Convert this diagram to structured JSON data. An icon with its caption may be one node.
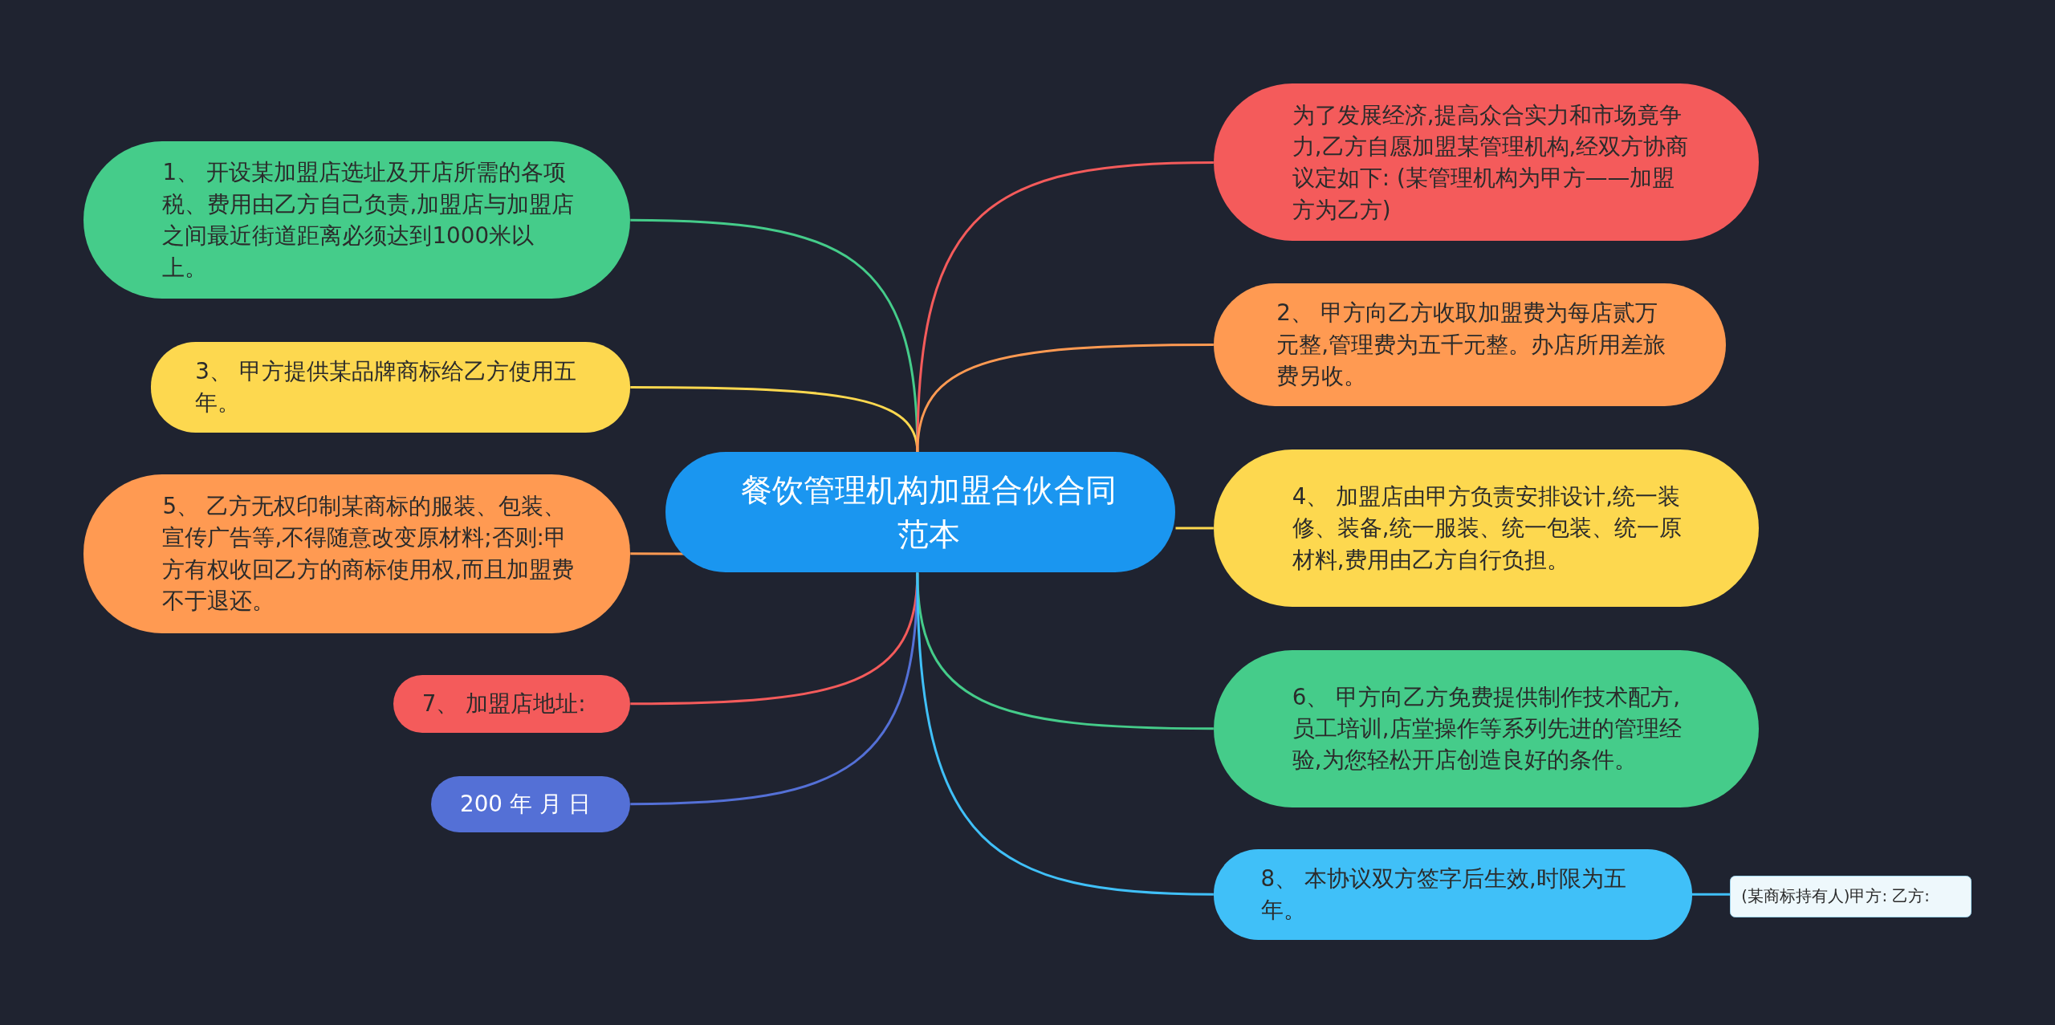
{
  "diagram": {
    "nodes": [
      {
        "text": [
          "餐饮管理机构加盟合伙合同范本"
        ]
      },
      {
        "text": [
          "1、 开设某加盟店选址及开店所需的各项税、费用由乙方自己负责,加盟店与加盟店之间最近街道距离必须达到1000米以上。"
        ]
      },
      {
        "text": [
          "3、 甲方提供某品牌商标给乙方使用五年。"
        ]
      },
      {
        "text": [
          "5、 乙方无权印制某商标的服装、包装、宣传广告等,不得随意改变原材料;否则:甲方有权收回乙方的商标使用权,而且加盟费不于退还。"
        ]
      },
      {
        "text": [
          "7、 加盟店地址:"
        ]
      },
      {
        "text": [
          "200 年 月 日"
        ]
      },
      {
        "text": [
          "为了发展经济,提高众合实力和市场竟争力,乙方自愿加盟某管理机构,经双方协商议定如下: (某管理机构为甲方——加盟方为乙方)"
        ]
      },
      {
        "text": [
          "2、 甲方向乙方收取加盟费为每店贰万元整,管理费为五千元整。办店所用差旅费另收。"
        ]
      },
      {
        "text": [
          "4、 加盟店由甲方负责安排设计,统一装修、装备,统一服装、统一包装、统一原材料,费用由乙方自行负担。"
        ]
      },
      {
        "text": [
          "6、 甲方向乙方免费提供制作技术配方,员工培训,店堂操作等系列先进的管理经验,为您轻松开店创造良好的条件。"
        ]
      },
      {
        "text": [
          "8、 本协议双方签字后生效,时限为五年。"
        ]
      },
      {
        "text": [
          "(某商标持有人)甲方: 乙方:"
        ]
      }
    ],
    "edges": [
      {
        "from": 0,
        "to": 1,
        "arrow": "none",
        "color": "#45cc8a"
      },
      {
        "from": 0,
        "to": 2,
        "arrow": "none",
        "color": "#fdd84f"
      },
      {
        "from": 0,
        "to": 3,
        "arrow": "none",
        "color": "#ff9a52"
      },
      {
        "from": 0,
        "to": 4,
        "arrow": "none",
        "color": "#f45b5b"
      },
      {
        "from": 0,
        "to": 5,
        "arrow": "none",
        "color": "#5470d6"
      },
      {
        "from": 0,
        "to": 6,
        "arrow": "none",
        "color": "#f45b5b"
      },
      {
        "from": 0,
        "to": 7,
        "arrow": "none",
        "color": "#ff9a52"
      },
      {
        "from": 0,
        "to": 8,
        "arrow": "none",
        "color": "#fdd84f"
      },
      {
        "from": 0,
        "to": 9,
        "arrow": "none",
        "color": "#45cc8a"
      },
      {
        "from": 0,
        "to": 10,
        "arrow": "none",
        "color": "#40c0f8"
      },
      {
        "from": 10,
        "to": 11,
        "arrow": "none",
        "color": "#40c0f8"
      }
    ]
  }
}
